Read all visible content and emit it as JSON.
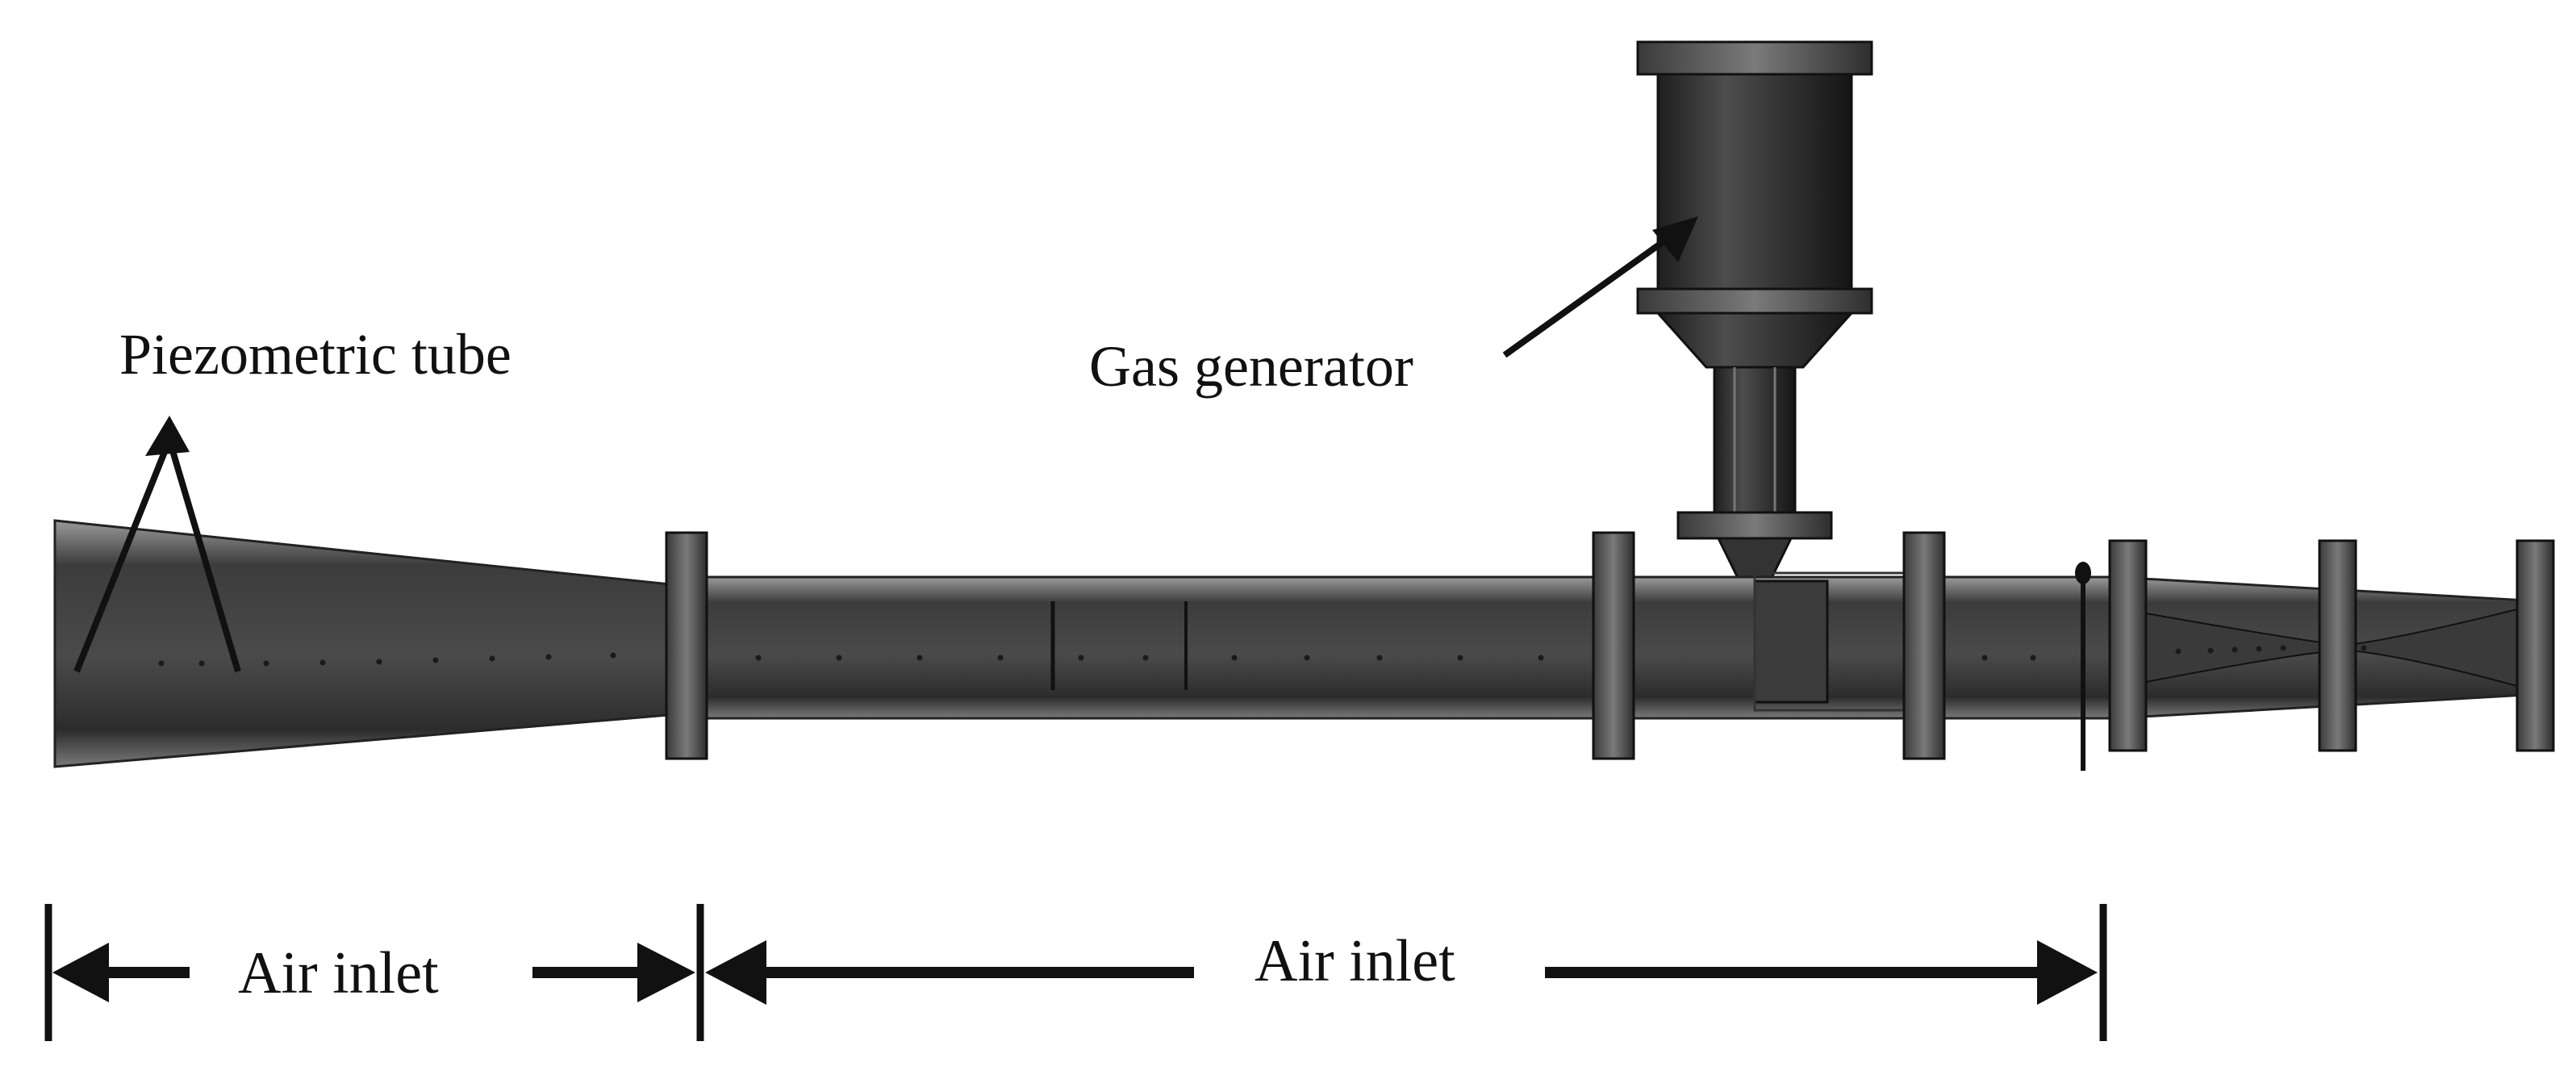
{
  "labels": {
    "piezometric_tube": "Piezometric tube",
    "gas_generator": "Gas generator",
    "air_inlet_left": "Air inlet",
    "air_inlet_right": "Air inlet"
  },
  "colors": {
    "background": "#ffffff",
    "metal_dark": "#2a2a2a",
    "metal_mid": "#5a5a5a",
    "metal_light": "#8a8a8a",
    "annotation": "#111111"
  }
}
